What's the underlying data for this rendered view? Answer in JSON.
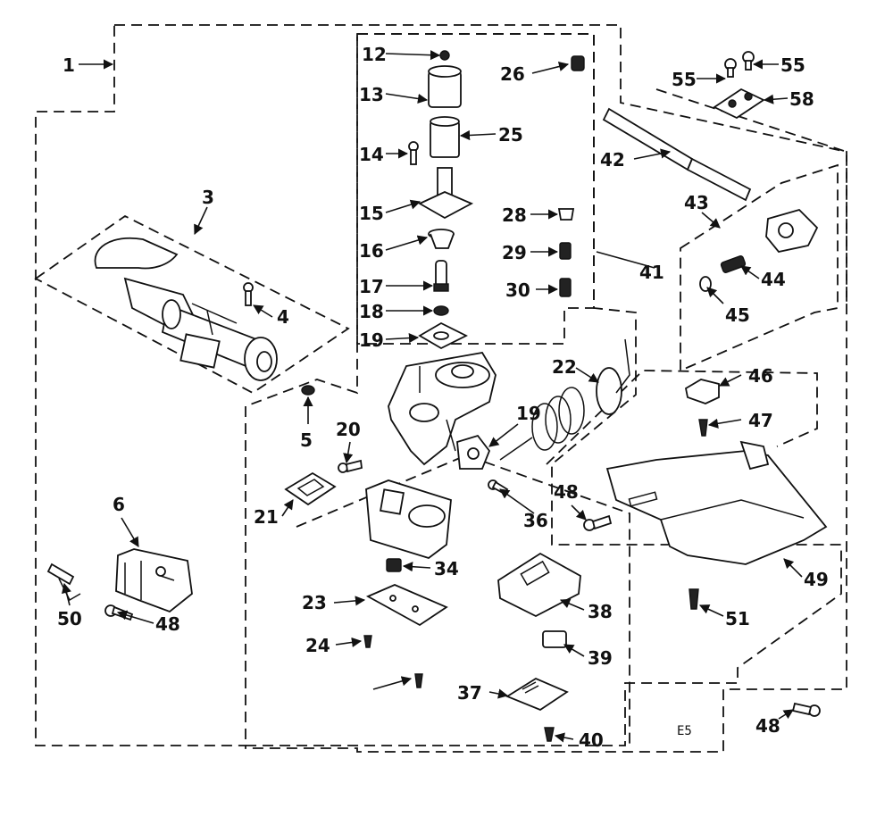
{
  "diagram": {
    "drawing_code": "E5",
    "part_numbers": [
      "1",
      "3",
      "4",
      "5",
      "6",
      "12",
      "13",
      "14",
      "15",
      "16",
      "17",
      "18",
      "19",
      "20",
      "21",
      "22",
      "23",
      "24",
      "25",
      "26",
      "28",
      "29",
      "30",
      "34",
      "36",
      "37",
      "38",
      "39",
      "40",
      "41",
      "42",
      "43",
      "44",
      "45",
      "46",
      "47",
      "48",
      "49",
      "50",
      "51",
      "55",
      "58"
    ]
  }
}
